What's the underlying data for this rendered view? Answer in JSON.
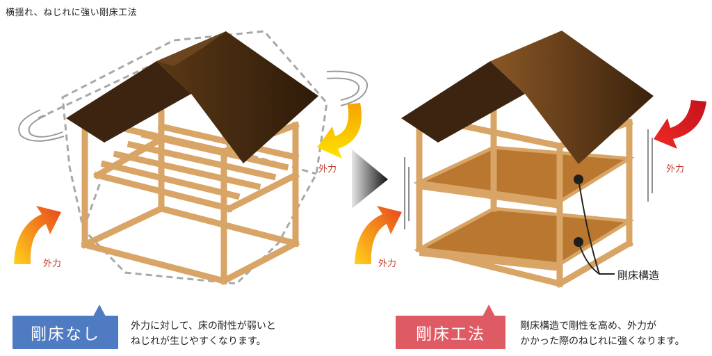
{
  "title": "横揺れ、ねじれに強い剛床工法",
  "labels": {
    "external_force": "外力",
    "rigid_floor_structure": "剛床構造"
  },
  "left_panel": {
    "badge": "剛床なし",
    "description_line1": "外力に対して、床の耐性が弱いと",
    "description_line2": "ねじれが生じやすくなります。"
  },
  "right_panel": {
    "badge": "剛床工法",
    "description_line1": "剛床構造で剛性を高め、外力が",
    "description_line2": "かかった際のねじれに強くなります。"
  },
  "colors": {
    "wood_frame": "#d9a566",
    "roof_dark": "#3c2410",
    "roof_light": "#7a4c1e",
    "floor_board": "#b9772f",
    "force_arrow_orange": "#f08a1c",
    "force_arrow_yellow": "#f7d300",
    "force_arrow_red": "#d81e1e",
    "badge_blue": "#4e7bc2",
    "badge_red": "#de5b64"
  }
}
